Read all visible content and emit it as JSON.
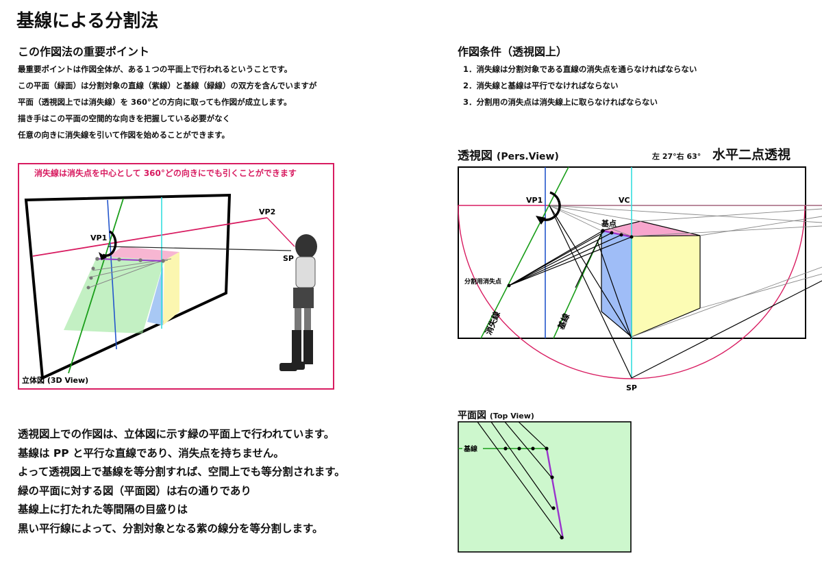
{
  "title": "基線による分割法",
  "key_points": {
    "heading": "この作図法の重要ポイント",
    "lines": [
      "最重要ポイントは作図全体が、ある１つの平面上で行われるということです。",
      "この平面（緑面）は分割対象の直線（紫線）と基線（緑線）の双方を含んでいますが",
      "平面（透視図上では消失線）を 360°どの方向に取っても作図が成立します。",
      "描き手はこの平面の空間的な向きを把握している必要がなく",
      "任意の向きに消失線を引いて作図を始めることができます。"
    ]
  },
  "conditions": {
    "heading": "作図条件（透視図上）",
    "items": [
      "1．消失線は分割対象である直線の消失点を通らなければならない",
      "2．消失線と基線は平行でなければならない",
      "3．分割用の消失点は消失線上に取らなければならない"
    ]
  },
  "view3d": {
    "caption": "消失線は消失点を中心として 360°どの向きにでも引くことができます",
    "vp1": "VP1",
    "vp2": "VP2",
    "sp": "SP",
    "label": "立体図 (3D View)",
    "colors": {
      "frame": "#d81b60",
      "green_plane": "#9be69b",
      "cube_pink": "#f7b6d2",
      "cube_blue": "#a8c8f4",
      "cube_yellow": "#fbf6b0"
    }
  },
  "persp": {
    "heading": "透視図",
    "heading_sub": "(Pers.View)",
    "angles": "左 27°右 63°",
    "type": "水平二点透視",
    "vp1": "VP1",
    "vc": "VC",
    "baseline_point": "基点",
    "division_vp": "分割用消失点",
    "vanishing_line": "消失線",
    "baseline": "基線",
    "sp": "SP",
    "colors": {
      "horizon": "#d81b60",
      "vanishing_line": "#1a9e1a",
      "vertical": "#2255cc",
      "vc_line": "#33dddd"
    }
  },
  "topview": {
    "heading": "平面図",
    "heading_sub": "(Top View)",
    "baseline": "基線",
    "colors": {
      "bg": "#cdf7cd",
      "segment": "#9933cc"
    }
  },
  "explanation": [
    "透視図上での作図は、立体図に示す緑の平面上で行われています。",
    "基線は PP と平行な直線であり、消失点を持ちません。",
    "よって透視図上で基線を等分割すれば、空間上でも等分割されます。",
    "緑の平面に対する図（平面図）は右の通りであり",
    "基線上に打たれた等間隔の目盛りは",
    "黒い平行線によって、分割対象となる紫の線分を等分割します。"
  ]
}
